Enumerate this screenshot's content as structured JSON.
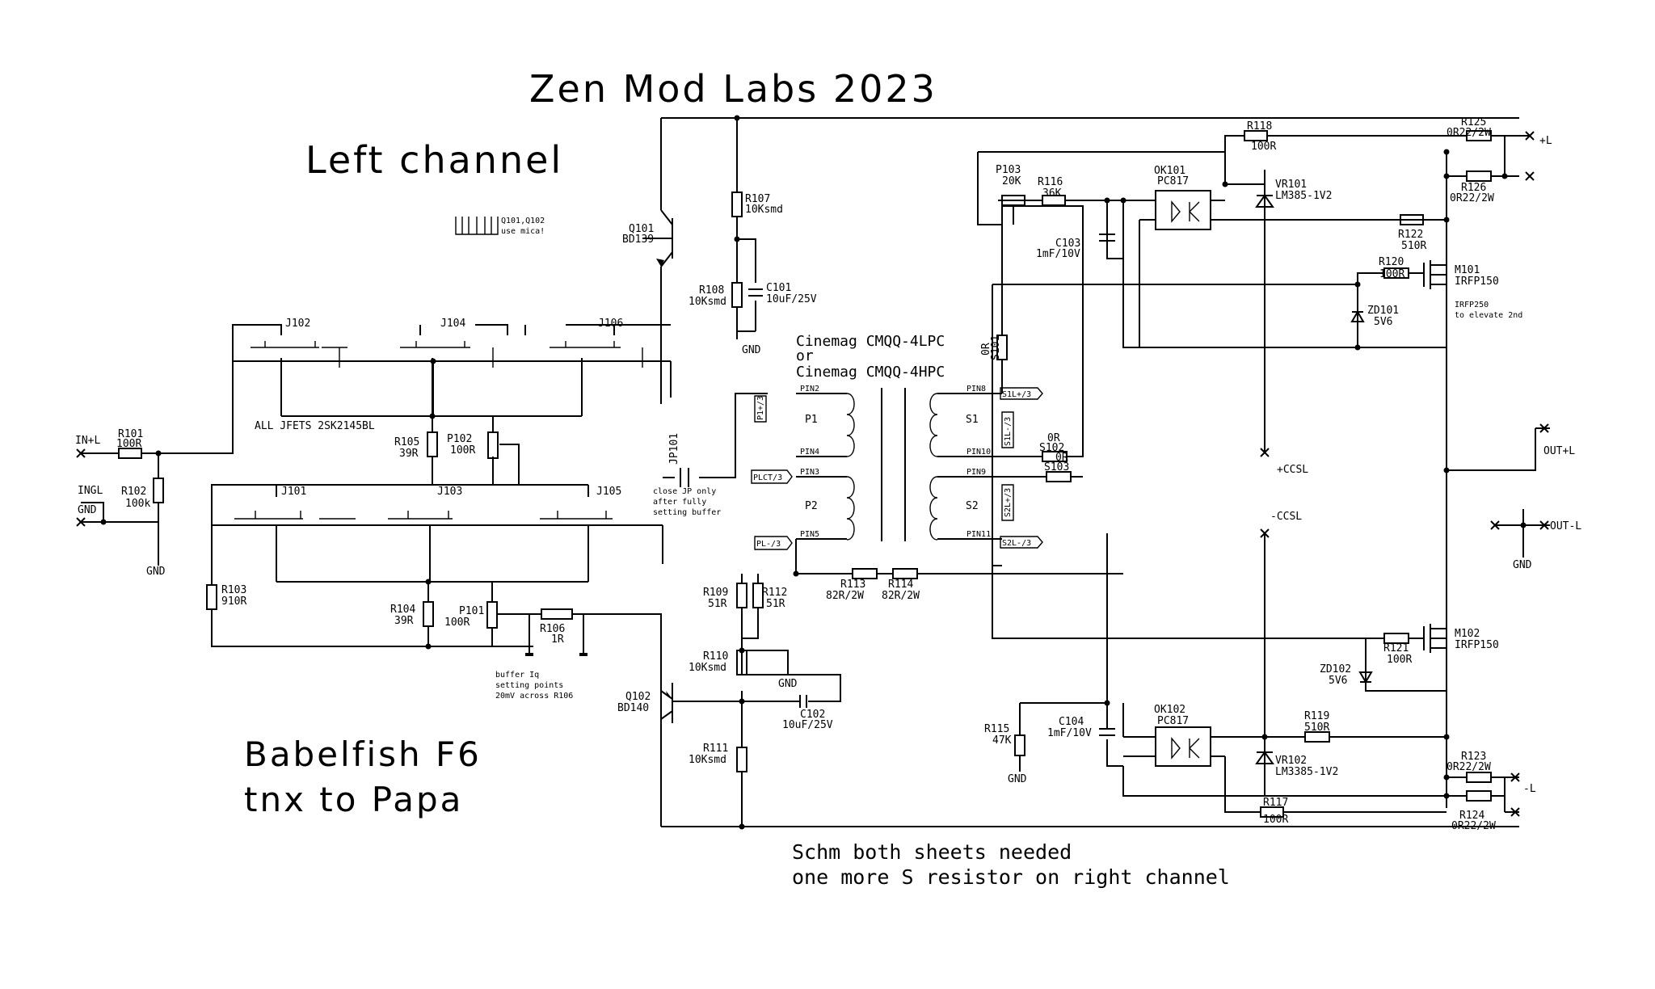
{
  "title": "Zen Mod Labs 2023",
  "subtitle": "Left channel",
  "project": [
    "Babelfish F6",
    "tnx to Papa"
  ],
  "bottom_note": [
    "Schm both sheets needed",
    "one more S resistor on right channel"
  ],
  "transformer": [
    "Cinemag CMQQ-4LPC",
    "or",
    "Cinemag CMQQ-4HPC"
  ],
  "mica_note": [
    "Q101,Q102",
    "use mica!"
  ],
  "jfet_note": "ALL JFETS 2SK2145BL",
  "jp_note": [
    "close JP only",
    "after fully",
    "setting buffer"
  ],
  "iq_note": [
    "buffer Iq",
    "setting points",
    "20mV across R106"
  ],
  "mosfet_note": [
    "IRFP250",
    "to elevate 2nd"
  ],
  "ports": [
    "IN+L",
    "INGL",
    "GND",
    "+L",
    "-L",
    "OUT+L",
    "OUT-L",
    "+CCSL",
    "-CCSL",
    "GND",
    "GND",
    "GND",
    "GND",
    "GND"
  ],
  "components": [
    {
      "ref": "R101",
      "val": "100R"
    },
    {
      "ref": "R102",
      "val": "100k"
    },
    {
      "ref": "R103",
      "val": "910R"
    },
    {
      "ref": "R104",
      "val": "39R"
    },
    {
      "ref": "R105",
      "val": "39R"
    },
    {
      "ref": "R106",
      "val": "1R"
    },
    {
      "ref": "R107",
      "val": "10Ksmd"
    },
    {
      "ref": "R108",
      "val": "10Ksmd"
    },
    {
      "ref": "R109",
      "val": "51R"
    },
    {
      "ref": "R110",
      "val": "10Ksmd"
    },
    {
      "ref": "R111",
      "val": "10Ksmd"
    },
    {
      "ref": "R112",
      "val": "51R"
    },
    {
      "ref": "R113",
      "val": "82R/2W"
    },
    {
      "ref": "R114",
      "val": "82R/2W"
    },
    {
      "ref": "R115",
      "val": "47K"
    },
    {
      "ref": "R116",
      "val": "36K"
    },
    {
      "ref": "R117",
      "val": "100R"
    },
    {
      "ref": "R118",
      "val": "100R"
    },
    {
      "ref": "R119",
      "val": "510R"
    },
    {
      "ref": "R120",
      "val": "100R"
    },
    {
      "ref": "R121",
      "val": "100R"
    },
    {
      "ref": "R122",
      "val": "510R"
    },
    {
      "ref": "R123",
      "val": "0R22/2W"
    },
    {
      "ref": "R124",
      "val": "0R22/2W"
    },
    {
      "ref": "R125",
      "val": "0R22/2W"
    },
    {
      "ref": "R126",
      "val": "0R22/2W"
    },
    {
      "ref": "P101",
      "val": "100R"
    },
    {
      "ref": "P102",
      "val": "100R"
    },
    {
      "ref": "P103",
      "val": "20K"
    },
    {
      "ref": "C101",
      "val": "10uF/25V"
    },
    {
      "ref": "C102",
      "val": "10uF/25V"
    },
    {
      "ref": "C103",
      "val": "1mF/10V"
    },
    {
      "ref": "C104",
      "val": "1mF/10V"
    },
    {
      "ref": "Q101",
      "val": "BD139"
    },
    {
      "ref": "Q102",
      "val": "BD140"
    },
    {
      "ref": "M101",
      "val": "IRFP150"
    },
    {
      "ref": "M102",
      "val": "IRFP150"
    },
    {
      "ref": "OK101",
      "val": "PC817"
    },
    {
      "ref": "OK102",
      "val": "PC817"
    },
    {
      "ref": "VR101",
      "val": "LM385-1V2"
    },
    {
      "ref": "VR102",
      "val": "LM3385-1V2"
    },
    {
      "ref": "ZD101",
      "val": "5V6"
    },
    {
      "ref": "ZD102",
      "val": "5V6"
    },
    {
      "ref": "S101",
      "val": "0R"
    },
    {
      "ref": "S102",
      "val": "0R"
    },
    {
      "ref": "S103",
      "val": "0R"
    },
    {
      "ref": "JP101",
      "val": ""
    },
    {
      "ref": "J101",
      "val": ""
    },
    {
      "ref": "J102",
      "val": ""
    },
    {
      "ref": "J103",
      "val": ""
    },
    {
      "ref": "J104",
      "val": ""
    },
    {
      "ref": "J105",
      "val": ""
    },
    {
      "ref": "J106",
      "val": ""
    }
  ],
  "transformer_pins": [
    "PIN2",
    "PIN4",
    "PIN3",
    "PIN5",
    "PIN8",
    "PIN10",
    "PIN9",
    "PIN11",
    "P1",
    "P2",
    "S1",
    "S2"
  ],
  "net_flags": [
    "P1+/3",
    "PLCT/3",
    "PL-/3",
    "S1L+/3",
    "S1L-/3",
    "S2L+/3",
    "S2L-/3"
  ]
}
